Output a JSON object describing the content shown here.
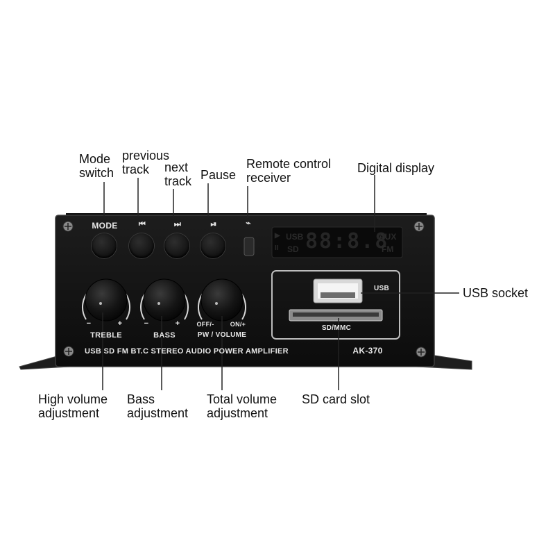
{
  "callouts": {
    "mode_switch": "Mode\nswitch",
    "previous_track": "previous\ntrack",
    "next_track": "next\ntrack",
    "pause": "Pause",
    "remote_receiver": "Remote control\nreceiver",
    "digital_display": "Digital display",
    "usb_socket": "USB socket",
    "high_volume": "High volume\nadjustment",
    "bass": "Bass\nadjustment",
    "total_volume": "Total volume\nadjustment",
    "sd_slot": "SD card slot"
  },
  "panel": {
    "mode_label": "MODE",
    "prev_icon": "previous-track-icon",
    "next_icon": "next-track-icon",
    "playpause_icon": "play-pause-icon",
    "remote_icon": "remote-receiver-icon",
    "display": {
      "play_indicator": "▶",
      "pause_indicator": "II",
      "usb": "USB",
      "sd": "SD",
      "digits": "88:8.8",
      "aux": "AUX",
      "fm": "FM"
    },
    "usb_port_label": "USB",
    "sd_slot_label": "SD/MMC",
    "knobs": [
      {
        "name": "TREBLE",
        "minus": "−",
        "plus": "+"
      },
      {
        "name": "BASS",
        "minus": "−",
        "plus": "+"
      },
      {
        "name": "PW / VOLUME",
        "minus": "OFF/-",
        "plus": "ON/+"
      }
    ],
    "bottom_text": "USB SD FM BT.C STEREO AUDIO POWER AMPLIFIER",
    "model": "AK-370"
  },
  "colors": {
    "panel": "#141414",
    "panel_edge": "#3c3c3c",
    "lcd": "#0d0d0d",
    "bracket": "#1c1c1c"
  }
}
